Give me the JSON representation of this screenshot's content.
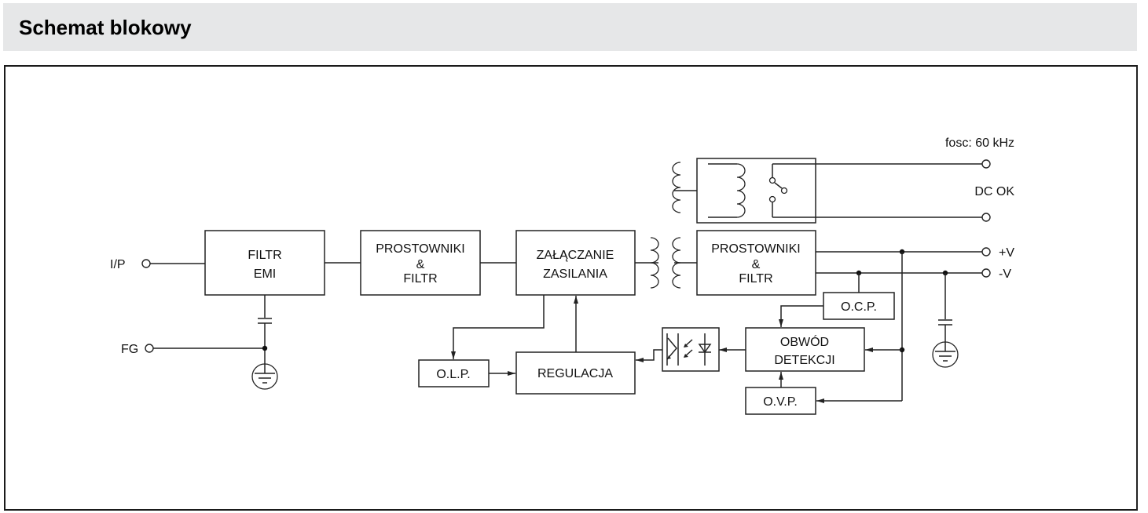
{
  "header": {
    "title": "Schemat blokowy"
  },
  "diagram": {
    "terminals": {
      "ip": "I/P",
      "fg": "FG",
      "plus_v": "+V",
      "minus_v": "-V",
      "dc_ok": "DC OK",
      "fosc": "fosc: 60 kHz"
    },
    "blocks": {
      "filtr_emi": [
        "FILTR",
        "EMI"
      ],
      "prostowniki1": [
        "PROSTOWNIKI",
        "&",
        "FILTR"
      ],
      "zalaczanie": [
        "ZAŁĄCZANIE",
        "ZASILANIA"
      ],
      "prostowniki2": [
        "PROSTOWNIKI",
        "&",
        "FILTR"
      ],
      "olp": "O.L.P.",
      "regulacja": "REGULACJA",
      "ocp": "O.C.P.",
      "obwod": [
        "OBWÓD",
        "DETEKCJI"
      ],
      "ovp": "O.V.P."
    }
  }
}
